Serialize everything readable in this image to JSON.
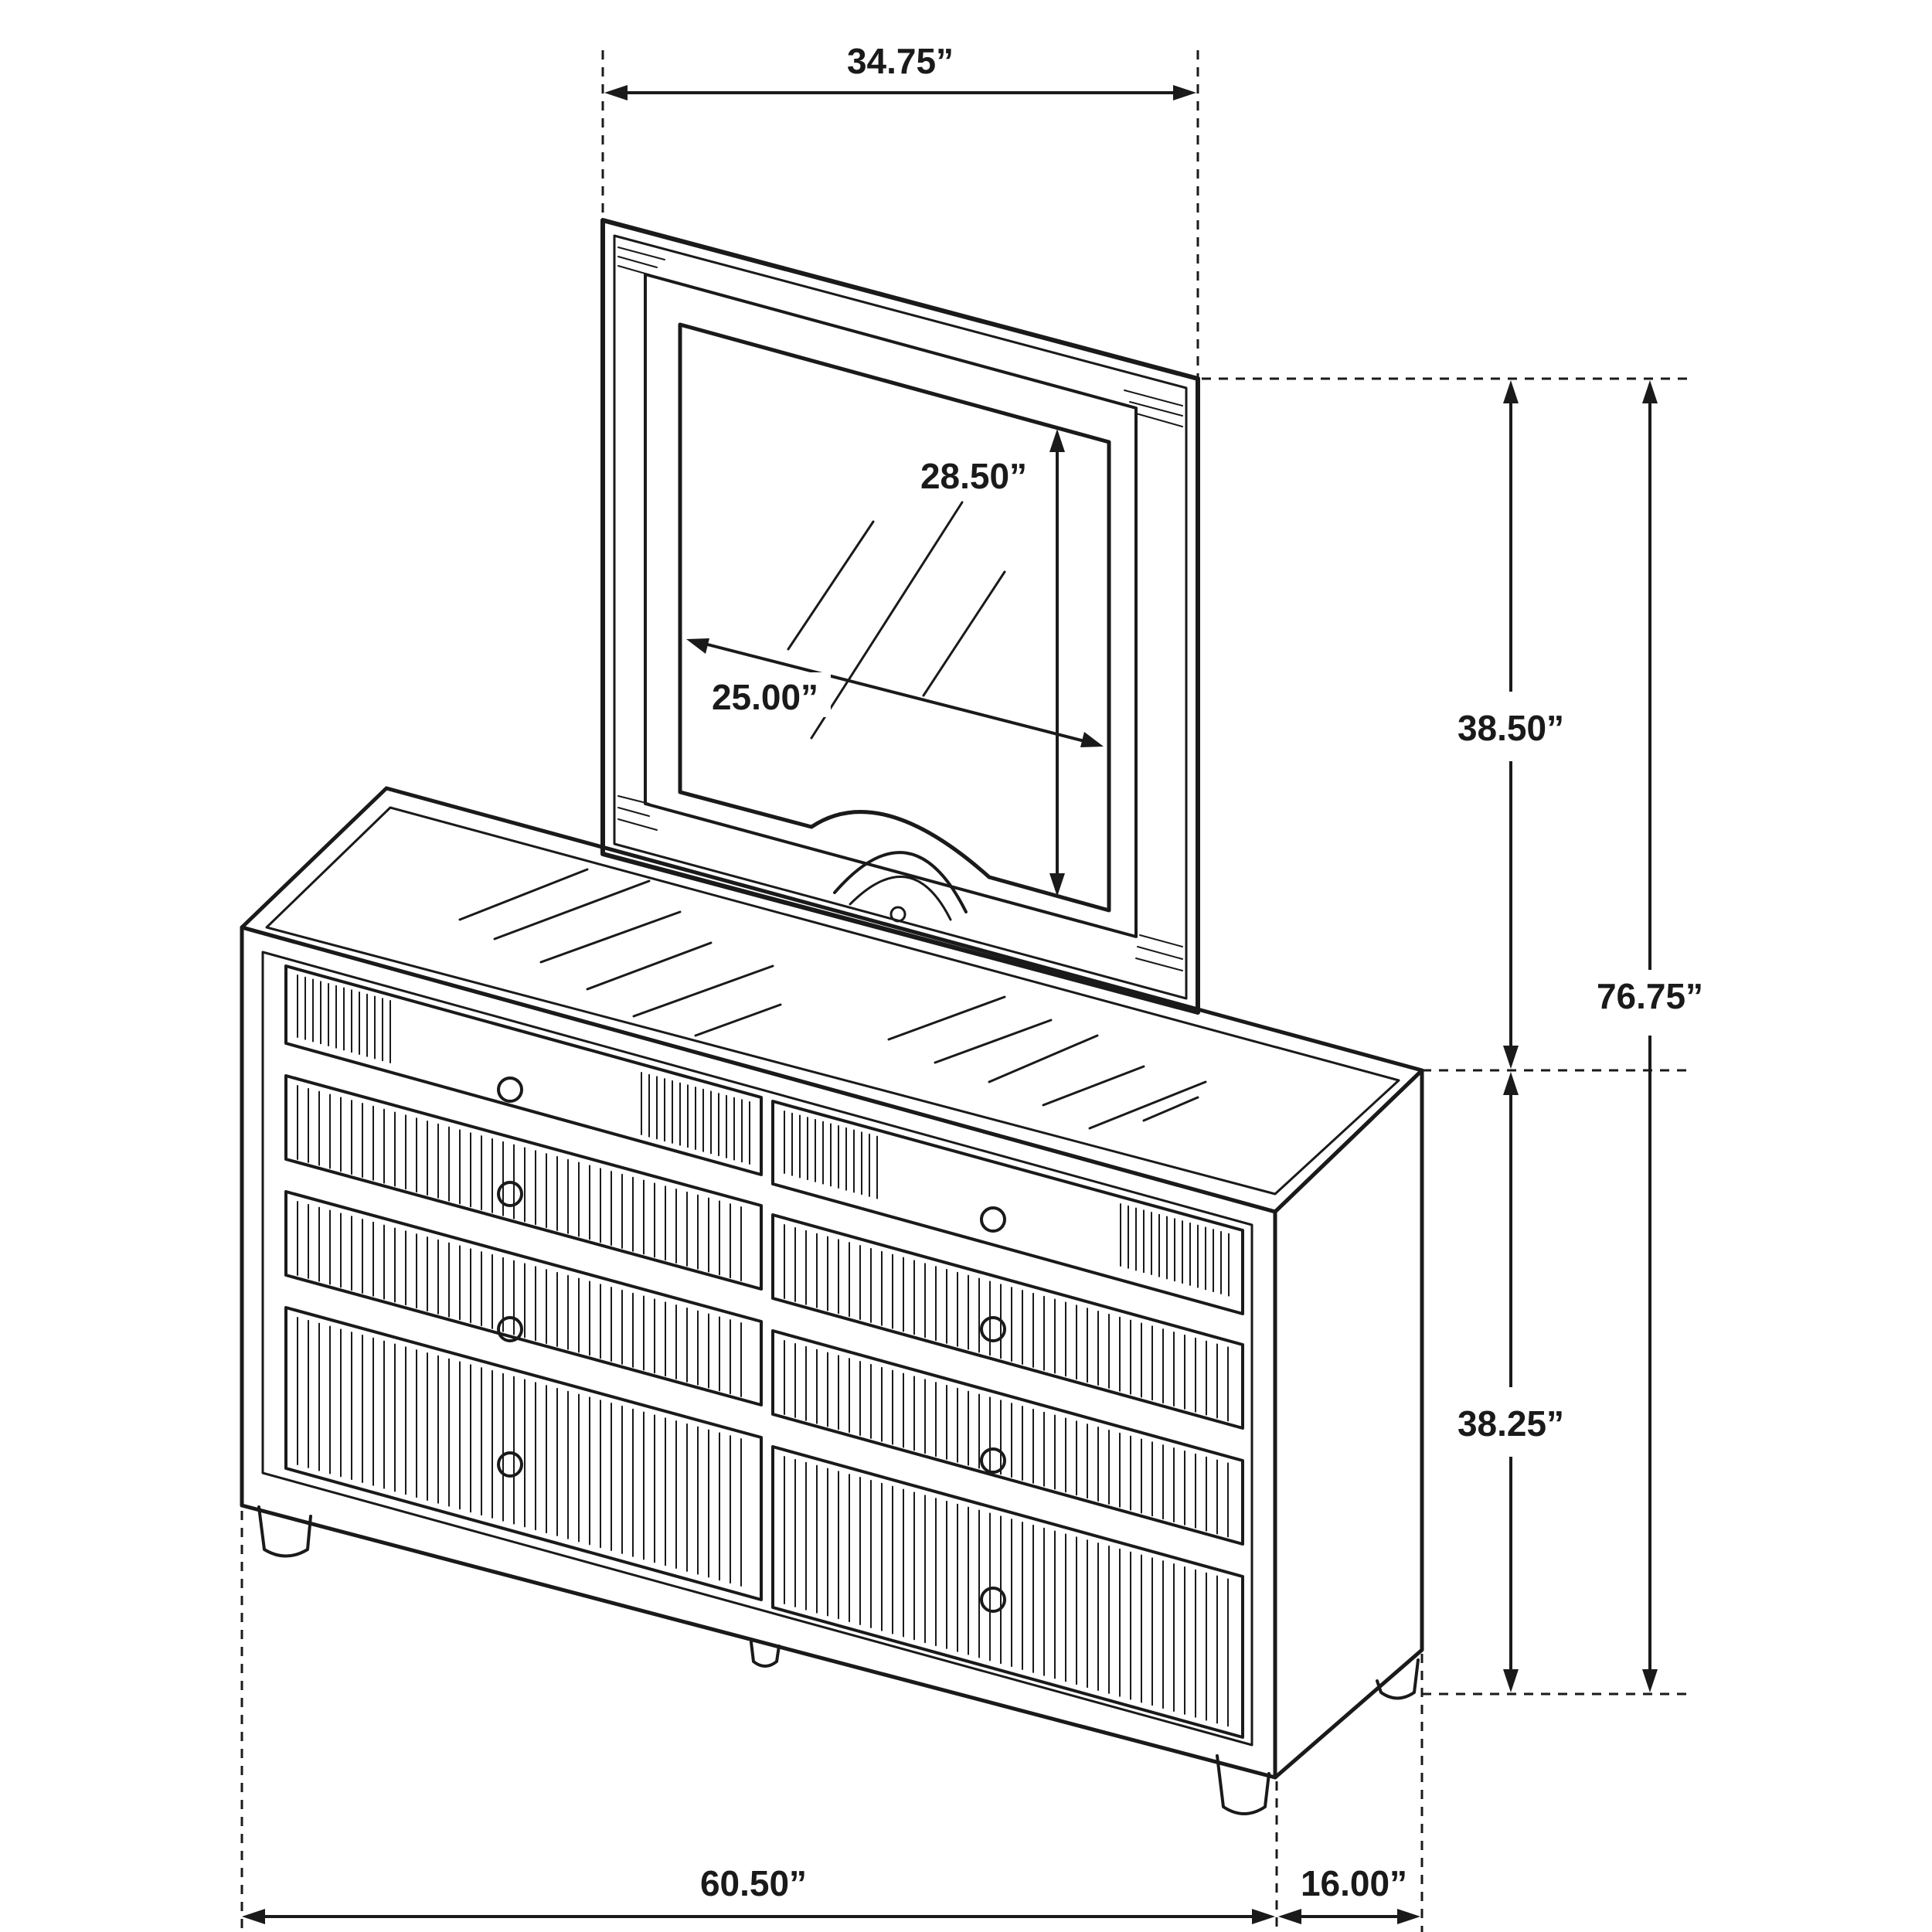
{
  "dimensions": {
    "mirror_overall_width": "34.75”",
    "mirror_glass_height": "28.50”",
    "mirror_glass_width": "25.00”",
    "mirror_height": "38.50”",
    "overall_height": "76.75”",
    "dresser_height": "38.25”",
    "dresser_width": "60.50”",
    "dresser_depth": "16.00”"
  }
}
